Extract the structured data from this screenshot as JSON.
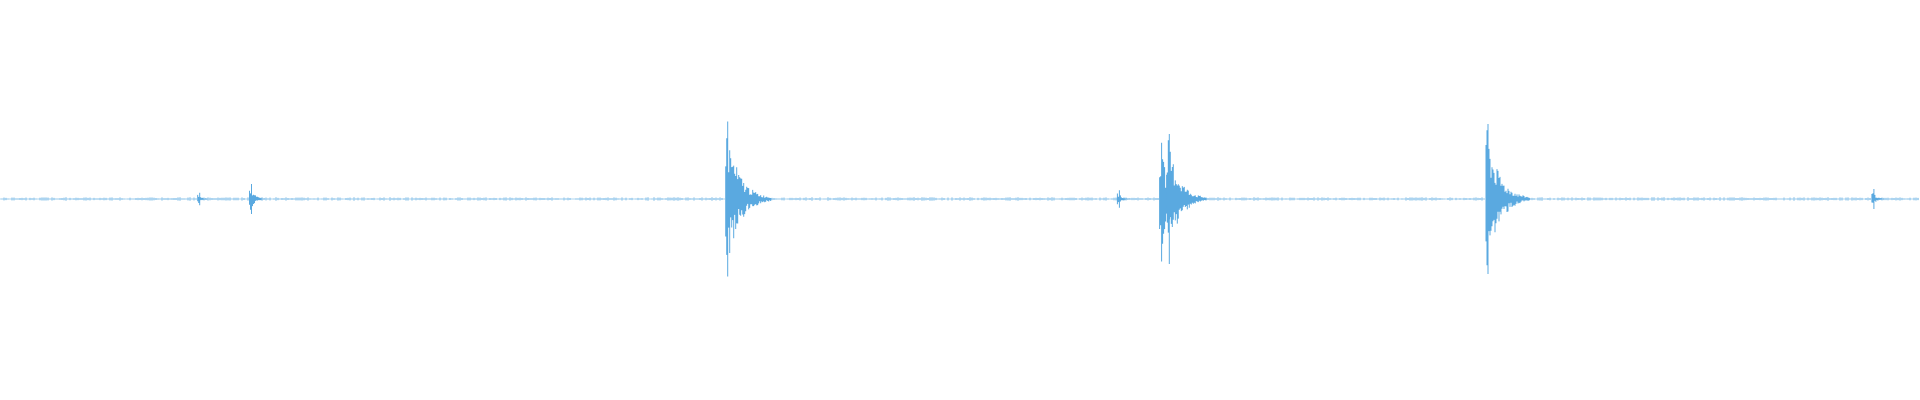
{
  "waveform": {
    "color": "#5aa9e0",
    "baseline_color": "#5aa9e0",
    "bursts": [
      {
        "time": 0.104,
        "amp_up": 0.05,
        "amp_down": 0.05
      },
      {
        "time": 0.131,
        "amp_up": 0.12,
        "amp_down": 0.12
      },
      {
        "time": 0.379,
        "amp_up": 0.62,
        "amp_down": 0.62
      },
      {
        "time": 0.583,
        "amp_up": 0.07,
        "amp_down": 0.07
      },
      {
        "time": 0.605,
        "amp_up": 0.45,
        "amp_down": 0.5
      },
      {
        "time": 0.609,
        "amp_up": 0.52,
        "amp_down": 0.52
      },
      {
        "time": 0.775,
        "amp_up": 0.6,
        "amp_down": 0.6
      },
      {
        "time": 0.976,
        "amp_up": 0.08,
        "amp_down": 0.08
      }
    ]
  }
}
